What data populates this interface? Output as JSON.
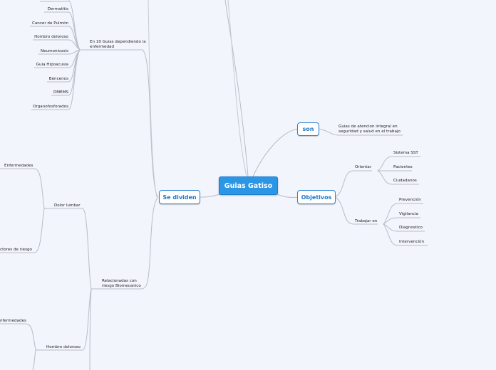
{
  "root": {
    "title": "Guias Gatiso"
  },
  "son": {
    "label": "son",
    "child": "Guias de atencion integral en seguridad y salud en el trabajo"
  },
  "objetivos": {
    "label": "Objetivos",
    "orientar": {
      "label": "Orientar",
      "items": [
        "Sistema SST",
        "Pacientes",
        "Ciudadanos"
      ]
    },
    "trabajar_en": {
      "label": "Trabajar en",
      "items": [
        "Prevención",
        "Vigilancia",
        "Diagnostico",
        "Intervención"
      ]
    }
  },
  "se_dividen": {
    "label": "Se dividen",
    "guias_enfermedad": {
      "label": "En 10 Guias dependiendo la enfermedad",
      "items": [
        "Dermatitis",
        "Cancer de Pulmón",
        "Hombro doloroso",
        "Neumonicosis",
        "Guia Hipoacusia",
        "Bencenos",
        "DMEMS",
        "Organofosforados"
      ]
    },
    "biomecanico": {
      "label": "Relacionadas con riesgo Biomecanico",
      "dolor_lumbar": {
        "label": "Dolor lumbar",
        "items": [
          "Enfermedades",
          "ctores de riesgo"
        ]
      },
      "hombro_doloroso": {
        "label": "Hombro doloroso",
        "items": [
          "nfermedades"
        ]
      }
    }
  }
}
